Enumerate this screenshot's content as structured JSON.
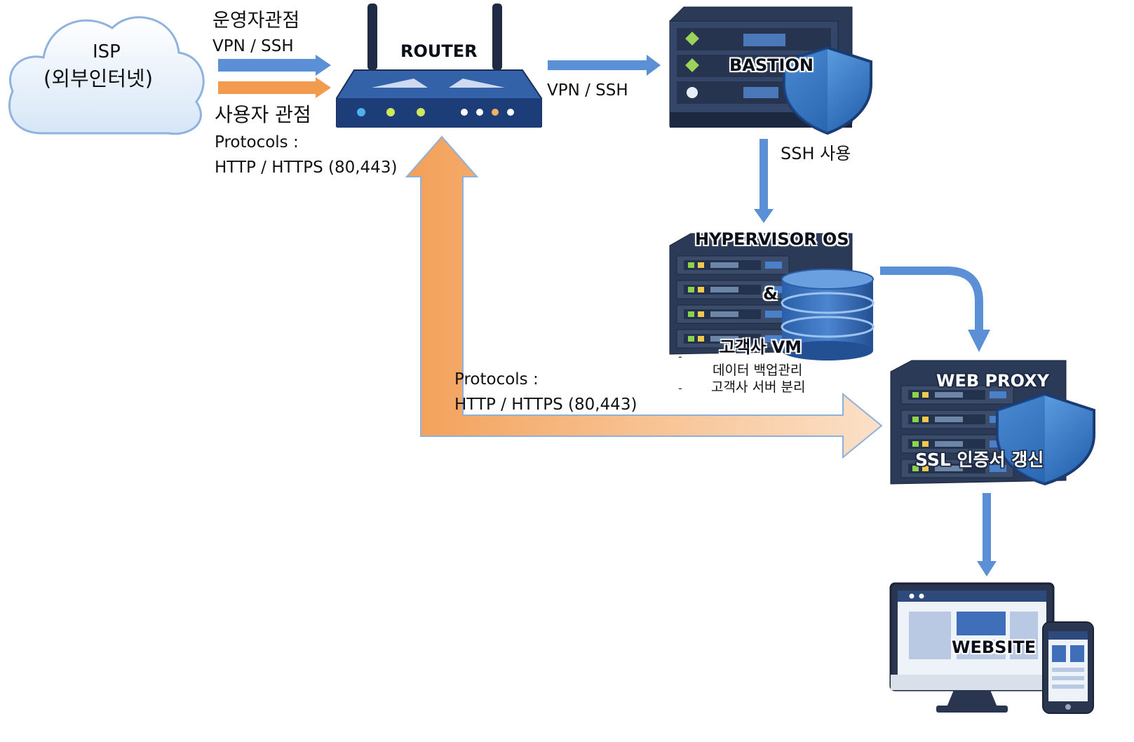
{
  "nodes": {
    "isp": {
      "line1": "ISP",
      "line2": "(외부인터넷)"
    },
    "router": {
      "label": "ROUTER"
    },
    "bastion": {
      "label": "BASTION"
    },
    "hypervisor": {
      "line1": "HYPERVISOR OS",
      "line2": "&",
      "line3": "고객사 VM"
    },
    "hypervisor_notes": [
      "데이터 백업관리",
      "고객사 서버 분리"
    ],
    "hypervisor_bullet": "-",
    "web_proxy": {
      "label": "WEB PROXY",
      "sublabel": "SSL 인증서 갱신"
    },
    "website": {
      "label": "WEBSITE"
    }
  },
  "edges": {
    "operator": {
      "title": "운영자관점",
      "protocol": "VPN / SSH",
      "color": "#5b8fd6"
    },
    "user": {
      "title": "사용자 관점",
      "protocols_label": "Protocols :",
      "protocols": "HTTP / HTTPS (80,443)",
      "color": "#f29b4f"
    },
    "router_to_bastion": {
      "label": "VPN / SSH"
    },
    "bastion_to_hypervisor": {
      "label": "SSH  사용"
    },
    "proxy_return": {
      "protocols_label": "Protocols :",
      "protocols": "HTTP / HTTPS (80,443)"
    }
  },
  "icons": [
    "cloud-icon",
    "router-icon",
    "server-rack-icon",
    "shield-icon",
    "database-icon",
    "monitor-icon",
    "phone-icon"
  ]
}
